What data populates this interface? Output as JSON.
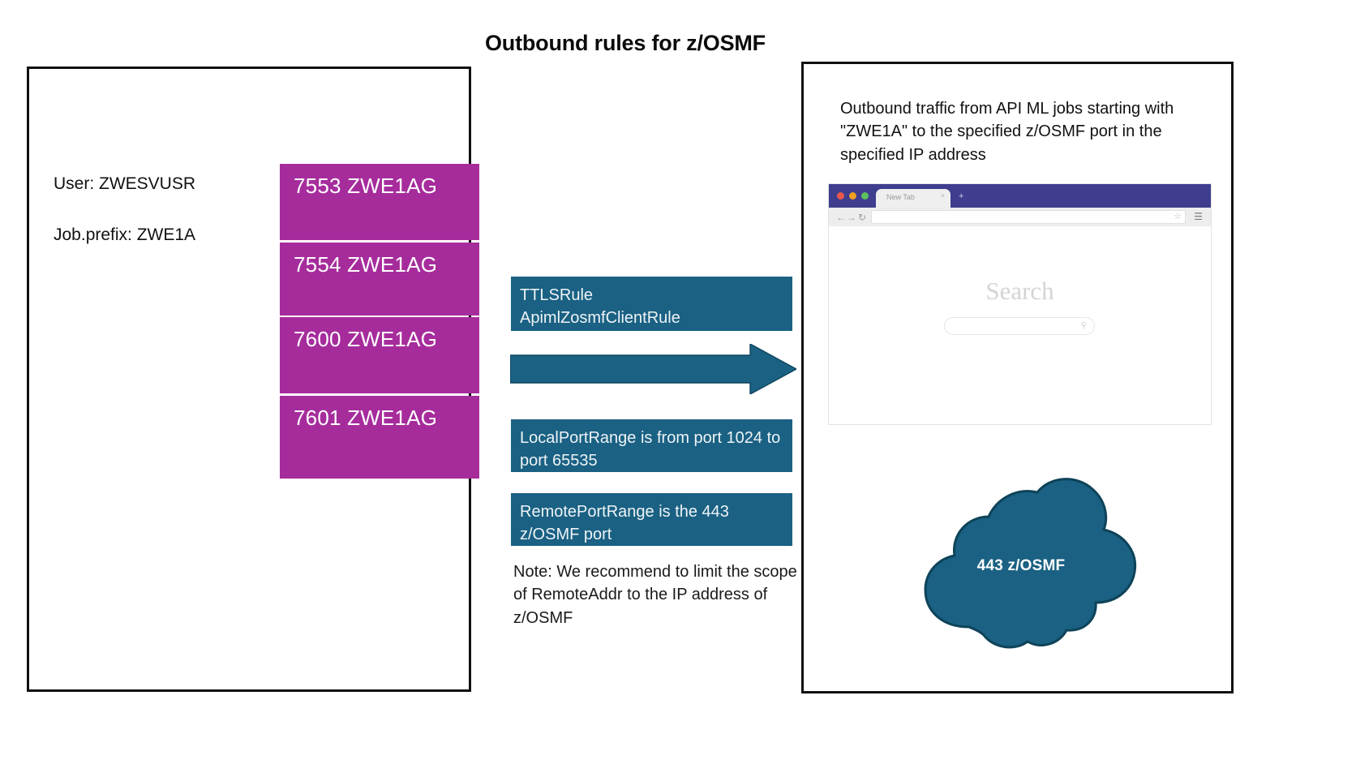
{
  "title": "Outbound rules for z/OSMF",
  "colors": {
    "magenta": "#A62C9C",
    "teal": "#1A6183",
    "browser_titlebar": "#3F3D8E",
    "panel_border": "#111111"
  },
  "left_panel": {
    "user_line": "User: ZWESVUSR",
    "job_prefix_line": "Job.prefix: ZWE1A",
    "port_boxes": [
      {
        "label": "7553 ZWE1AG",
        "port": "7553",
        "job": "ZWE1AG"
      },
      {
        "label": "7554 ZWE1AG",
        "port": "7554",
        "job": "ZWE1AG"
      },
      {
        "label": "7600 ZWE1AG",
        "port": "7600",
        "job": "ZWE1AG"
      },
      {
        "label": "7601 ZWE1AG",
        "port": "7601",
        "job": "ZWE1AG"
      }
    ]
  },
  "middle": {
    "rule_box": "TTLSRule\nApimlZosmfClientRule",
    "rule_line1": "TTLSRule",
    "rule_line2": "ApimlZosmfClientRule",
    "local_port_range": "LocalPortRange is from port 1024 to port 65535",
    "remote_port_range": "RemotePortRange is the 443 z/OSMF port",
    "note": "Note: We recommend to limit the scope of RemoteAddr to the IP address of z/OSMF",
    "arrow_direction": "right"
  },
  "right_panel": {
    "caption": "Outbound traffic from API ML jobs starting with \"ZWE1A\" to the specified z/OSMF port in the specified IP address",
    "browser": {
      "tab_label": "New Tab",
      "tab_close": "×",
      "new_tab_plus": "+",
      "back_icon": "←",
      "forward_icon": "→",
      "reload_icon": "↻",
      "url_value": "",
      "star_icon": "☆",
      "menu_icon": "☰",
      "search_heading": "Search",
      "search_placeholder": "",
      "search_icon": "⚲"
    },
    "cloud_label": "443 z/OSMF"
  }
}
